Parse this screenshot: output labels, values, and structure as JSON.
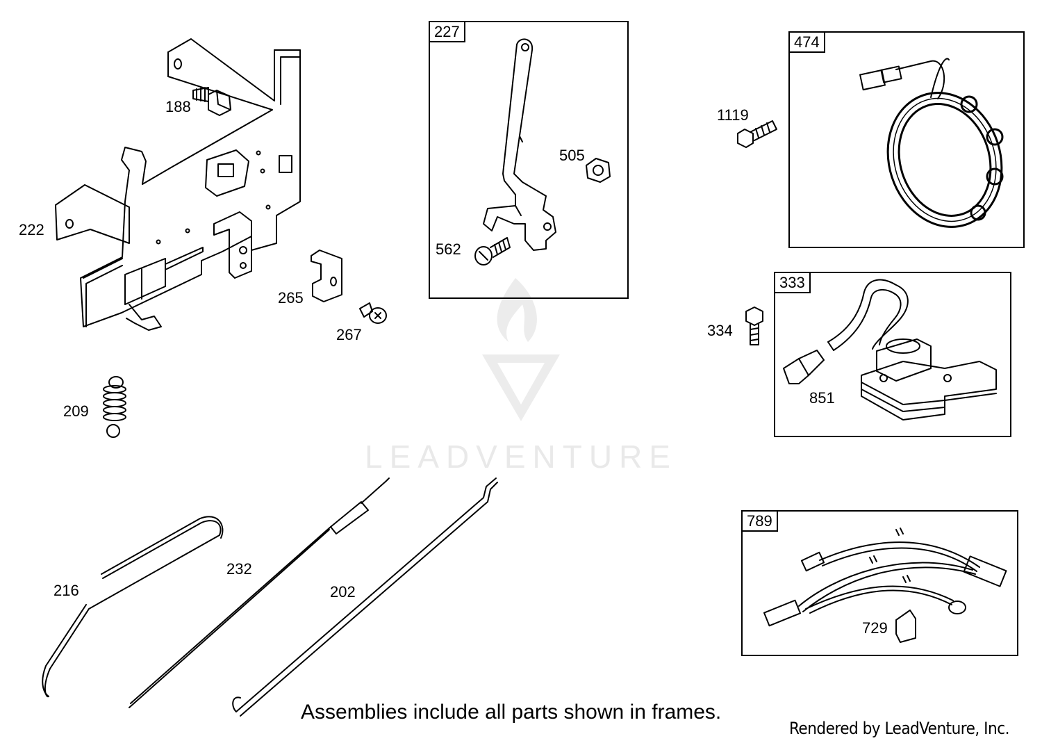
{
  "labels": {
    "p188": "188",
    "p222": "222",
    "p209": "209",
    "p265": "265",
    "p267": "267",
    "p505": "505",
    "p562": "562",
    "p1119": "1119",
    "p334": "334",
    "p851": "851",
    "p729": "729",
    "p216": "216",
    "p232": "232",
    "p202": "202"
  },
  "frames": {
    "f227": "227",
    "f474": "474",
    "f333": "333",
    "f789": "789"
  },
  "footer_note": "Assemblies include all parts shown in frames.",
  "credit": "Rendered by LeadVenture, Inc.",
  "watermark": "LEADVENTURE",
  "colors": {
    "line": "#000000",
    "watermark": "#e9e9e9"
  }
}
